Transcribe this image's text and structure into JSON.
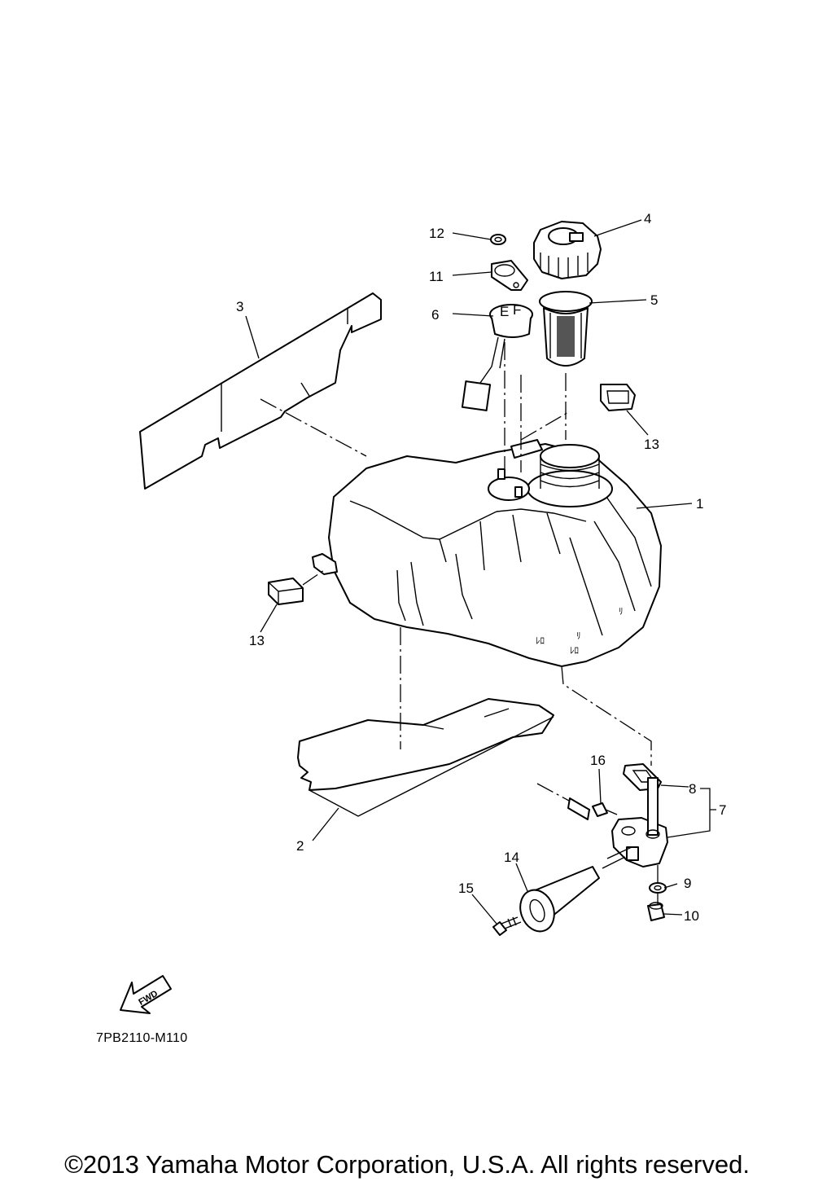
{
  "diagram": {
    "code": "7PB2110-M110",
    "fwd_label": "FWD",
    "copyright": "©2013 Yamaha Motor Corporation, U.S.A. All rights reserved."
  },
  "callouts": {
    "c1": "1",
    "c2": "2",
    "c3": "3",
    "c4": "4",
    "c5": "5",
    "c6": "6",
    "c7": "7",
    "c8": "8",
    "c9": "9",
    "c10": "10",
    "c11": "11",
    "c12": "12",
    "c13a": "13",
    "c13b": "13",
    "c14": "14",
    "c15": "15",
    "c16": "16"
  },
  "tank_marks": {
    "e": "E",
    "f": "F"
  }
}
